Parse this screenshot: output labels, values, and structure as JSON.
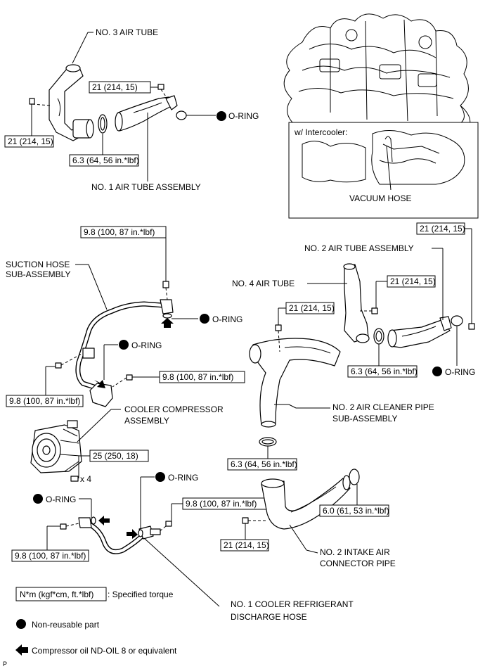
{
  "labels": {
    "no3_air_tube": "NO. 3 AIR TUBE",
    "no1_air_tube_assembly": "NO. 1 AIR TUBE ASSEMBLY",
    "w_intercooler": "w/ Intercooler:",
    "vacuum_hose": "VACUUM HOSE",
    "suction_hose_1": "SUCTION HOSE",
    "suction_hose_2": "SUB-ASSEMBLY",
    "no2_air_tube_assembly": "NO. 2 AIR TUBE ASSEMBLY",
    "no4_air_tube": "NO. 4 AIR TUBE",
    "cooler_compressor_1": "COOLER COMPRESSOR",
    "cooler_compressor_2": "ASSEMBLY",
    "no2_air_cleaner_pipe_1": "NO. 2 AIR CLEANER PIPE",
    "no2_air_cleaner_pipe_2": "SUB-ASSEMBLY",
    "no2_intake_air_1": "NO. 2 INTAKE AIR",
    "no2_intake_air_2": "CONNECTOR PIPE",
    "no1_cooler_ref_1": "NO. 1 COOLER REFRIGERANT",
    "no1_cooler_ref_2": "DISCHARGE HOSE",
    "times_4": "x 4"
  },
  "orings": {
    "top": "O-RING",
    "suction_upper": "O-RING",
    "suction_lower": "O-RING",
    "no2_air_tube": "O-RING",
    "discharge_upper": "O-RING",
    "discharge_left": "O-RING"
  },
  "torques": {
    "no3_tube_bolt_upper": "21 (214, 15)",
    "no3_tube_bolt_left": "21 (214, 15)",
    "clamp_no1_tube": "6.3 (64, 56 in.*lbf)",
    "suction_top": "9.8 (100, 87 in.*lbf)",
    "suction_left": "9.8 (100, 87 in.*lbf)",
    "suction_right": "9.8 (100, 87 in.*lbf)",
    "no2_tube_right": "21 (214, 15)",
    "no4_tube_bolt": "21 (214, 15)",
    "cleaner_pipe_bolt": "21 (214, 15)",
    "clamp_no4": "6.3 (64, 56 in.*lbf)",
    "clamp_cleaner_pipe": "6.3 (64, 56 in.*lbf)",
    "compressor_bolts": "25 (250, 18)",
    "discharge_right": "9.8 (100, 87 in.*lbf)",
    "discharge_left": "9.8 (100, 87 in.*lbf)",
    "intake_clamp": "6.0 (61, 53 in.*lbf)",
    "intake_bolt": "21 (214, 15)"
  },
  "legend": {
    "torque_unit": "N*m (kgf*cm, ft.*lbf)",
    "torque_desc": ": Specified torque",
    "non_reusable": "Non-reusable part",
    "compressor_oil": "Compressor oil ND-OIL 8 or equivalent"
  },
  "footer_code": "P"
}
